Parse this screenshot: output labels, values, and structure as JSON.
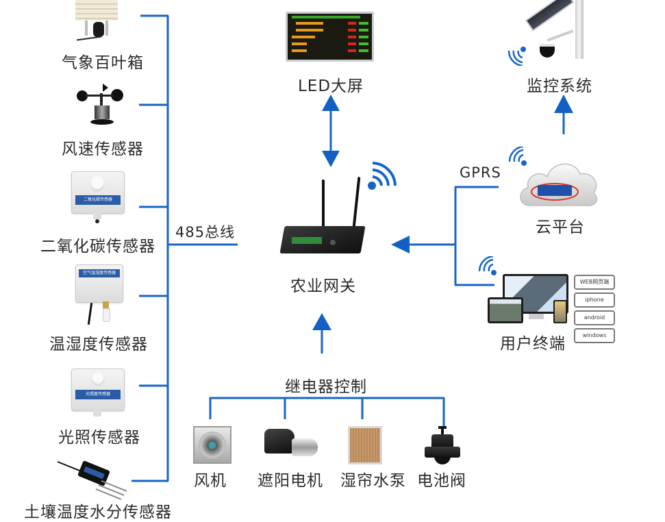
{
  "colors": {
    "line": "#1565c8",
    "arrow": "#1260c4",
    "text": "#2a2a2a",
    "led_bg": "#1a1a10",
    "led_green": "#3fbf2f",
    "led_orange": "#e89a1a",
    "led_red": "#d8261a"
  },
  "sensors": [
    {
      "label": "气象百叶箱",
      "icon": "louver-box-icon"
    },
    {
      "label": "风速传感器",
      "icon": "anemometer-icon"
    },
    {
      "label": "二氧化碳传感器",
      "icon": "co2-sensor-icon"
    },
    {
      "label": "温湿度传感器",
      "icon": "temp-humidity-sensor-icon"
    },
    {
      "label": "光照传感器",
      "icon": "light-sensor-icon"
    },
    {
      "label": "土壤温度水分传感器",
      "icon": "soil-probe-icon"
    }
  ],
  "bus_label": "485总线",
  "led": {
    "label": "LED大屏",
    "icon": "led-screen-icon"
  },
  "gateway": {
    "label": "农业网关",
    "icon": "gateway-router-icon"
  },
  "monitor": {
    "label": "监控系统",
    "icon": "surveillance-camera-icon"
  },
  "cloud": {
    "label": "云平台",
    "icon": "cloud-icon"
  },
  "gprs_label": "GPRS",
  "terminal": {
    "label": "用户终端",
    "icon": "devices-icon",
    "platforms": [
      "WEB网页端",
      "iphone",
      "android",
      "windows"
    ]
  },
  "relay": {
    "label": "继电器控制",
    "devices": [
      {
        "label": "风机",
        "icon": "fan-icon"
      },
      {
        "label": "遮阳电机",
        "icon": "motor-icon"
      },
      {
        "label": "湿帘水泵",
        "icon": "wet-curtain-icon"
      },
      {
        "label": "电池阀",
        "icon": "valve-icon"
      }
    ]
  }
}
